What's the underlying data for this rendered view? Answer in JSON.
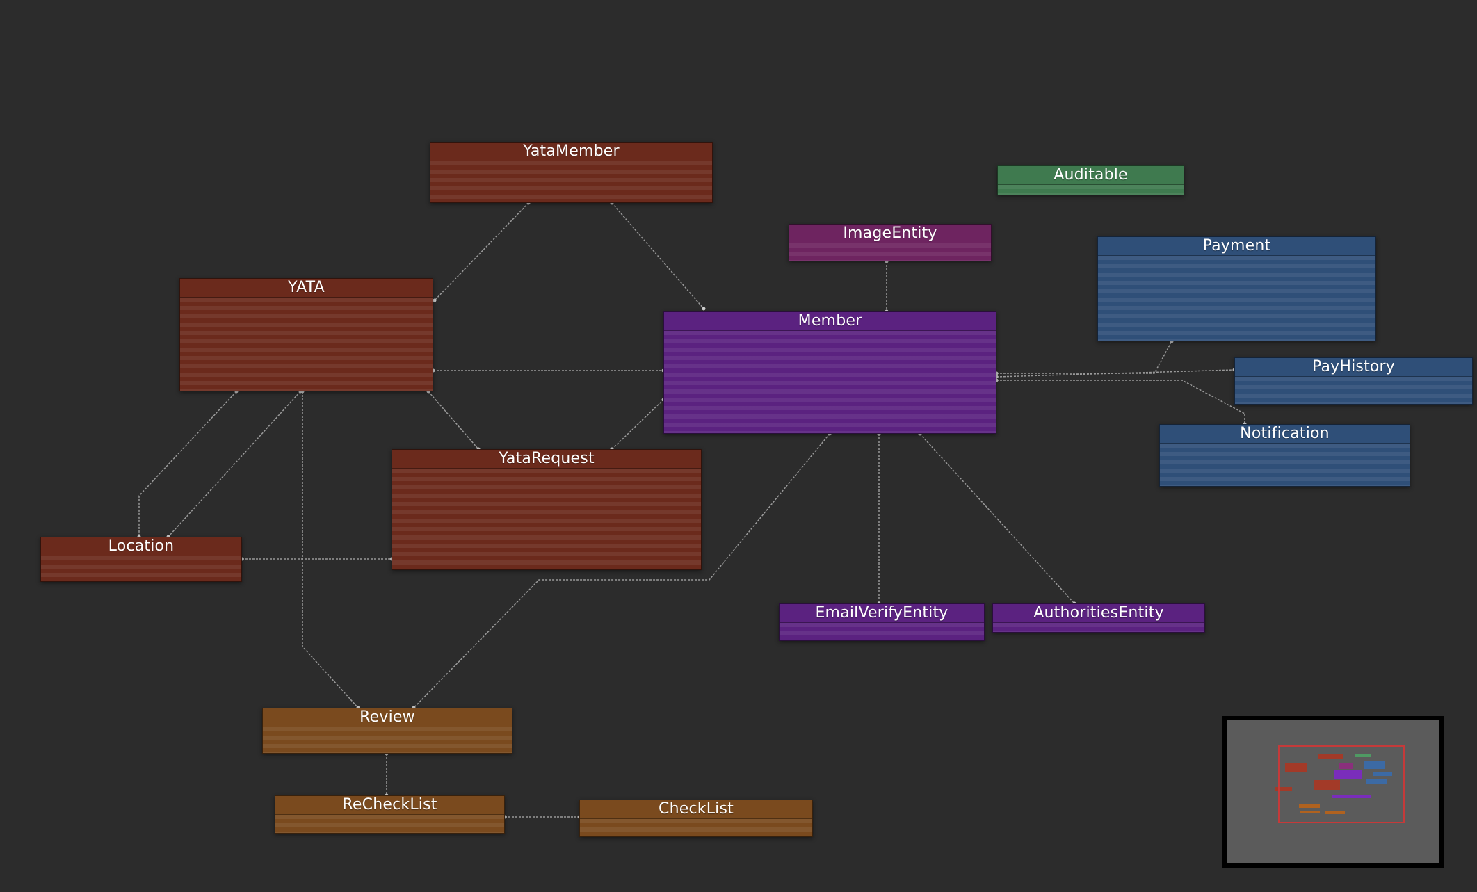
{
  "diagram": {
    "entities": [
      {
        "id": "yatamember",
        "name": "YataMember",
        "color": "#6b2a1c"
      },
      {
        "id": "auditable",
        "name": "Auditable",
        "color": "#3f7a4f"
      },
      {
        "id": "imageentity",
        "name": "ImageEntity",
        "color": "#6e2460"
      },
      {
        "id": "payment",
        "name": "Payment",
        "color": "#2f4f78"
      },
      {
        "id": "yata",
        "name": "YATA",
        "color": "#6b2a1c"
      },
      {
        "id": "member",
        "name": "Member",
        "color": "#5b2280"
      },
      {
        "id": "payhistory",
        "name": "PayHistory",
        "color": "#2f4f78"
      },
      {
        "id": "notification",
        "name": "Notification",
        "color": "#2f4f78"
      },
      {
        "id": "yatarequest",
        "name": "YataRequest",
        "color": "#6b2a1c"
      },
      {
        "id": "location",
        "name": "Location",
        "color": "#6b2a1c"
      },
      {
        "id": "emailverifyentity",
        "name": "EmailVerifyEntity",
        "color": "#5b2280"
      },
      {
        "id": "authoritiesentity",
        "name": "AuthoritiesEntity",
        "color": "#5b2280"
      },
      {
        "id": "review",
        "name": "Review",
        "color": "#7a4a1e"
      },
      {
        "id": "rechecklist",
        "name": "ReCheckList",
        "color": "#7a4a1e"
      },
      {
        "id": "checklist",
        "name": "CheckList",
        "color": "#7a4a1e"
      }
    ],
    "relations": [
      {
        "from": "yatamember",
        "to": "yata"
      },
      {
        "from": "yatamember",
        "to": "member"
      },
      {
        "from": "imageentity",
        "to": "member"
      },
      {
        "from": "yata",
        "to": "member"
      },
      {
        "from": "yata",
        "to": "yatarequest"
      },
      {
        "from": "yata",
        "to": "location"
      },
      {
        "from": "yata",
        "to": "review"
      },
      {
        "from": "yatarequest",
        "to": "member"
      },
      {
        "from": "location",
        "to": "yatarequest"
      },
      {
        "from": "member",
        "to": "payment"
      },
      {
        "from": "member",
        "to": "payhistory"
      },
      {
        "from": "member",
        "to": "notification"
      },
      {
        "from": "member",
        "to": "review"
      },
      {
        "from": "member",
        "to": "emailverifyentity"
      },
      {
        "from": "member",
        "to": "authoritiesentity"
      },
      {
        "from": "review",
        "to": "rechecklist"
      },
      {
        "from": "rechecklist",
        "to": "checklist"
      }
    ],
    "colors": {
      "background": "#2c2c2c",
      "link": "#9a9a9a",
      "minimap_frame": "#000000",
      "minimap_viewport": "#c53a3a"
    }
  }
}
